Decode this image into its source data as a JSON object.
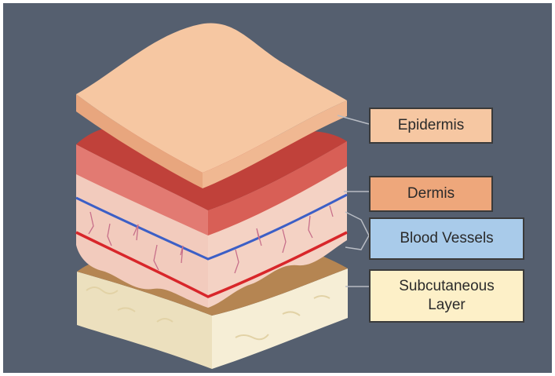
{
  "labels": {
    "epidermis": {
      "text": "Epidermis",
      "color": "#f6c7a2"
    },
    "dermis": {
      "text": "Dermis",
      "color": "#eea77b"
    },
    "blood_vessels": {
      "text": "Blood Vessels",
      "color": "#a9cbea"
    },
    "subcutaneous": {
      "line1": "Subcutaneous",
      "line2": "Layer",
      "color": "#fdf0c8"
    }
  },
  "colors": {
    "background": "#555f6f",
    "epidermis_top": "#f6c7a2",
    "epidermis_side": "#e8a67e",
    "dermis_top": "#c9453e",
    "dermis_side": "#e27a72",
    "dermis_inner": "#f0c0b2",
    "vein": "#3c5fc6",
    "artery": "#d8262a",
    "subq_top": "#9c6d3a",
    "subq_side": "#f3ead0"
  }
}
